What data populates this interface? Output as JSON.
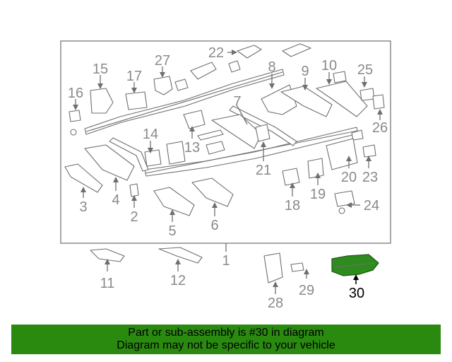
{
  "callouts": {
    "c1": "1",
    "c2": "2",
    "c3": "3",
    "c4": "4",
    "c5": "5",
    "c6": "6",
    "c7": "7",
    "c8": "8",
    "c9": "9",
    "c10": "10",
    "c11": "11",
    "c12": "12",
    "c13": "13",
    "c14": "14",
    "c15": "15",
    "c16": "16",
    "c17": "17",
    "c18": "18",
    "c19": "19",
    "c20": "20",
    "c21": "21",
    "c22": "22",
    "c23": "23",
    "c24": "24",
    "c25": "25",
    "c26": "26",
    "c27": "27",
    "c28": "28",
    "c29": "29",
    "c30": "30"
  },
  "highlight": {
    "part_number": "30",
    "color": "#2e8b1e"
  },
  "banner": {
    "line1": "Part or sub-assembly is #30 in diagram",
    "line2": "Diagram may not be specific to your vehicle",
    "color": "#2a8a10"
  }
}
